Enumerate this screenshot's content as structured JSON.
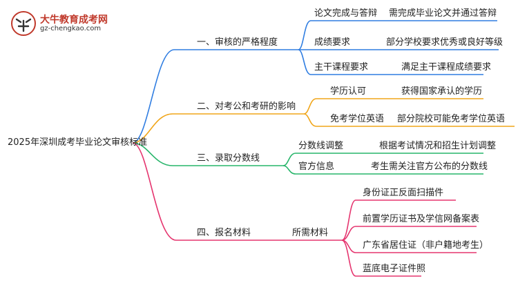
{
  "logo": {
    "name": "大牛教育成考网",
    "site": "gz-chengkao.com"
  },
  "root": "2025年深圳成考毕业论文审核标准",
  "branches": [
    {
      "label": "一、审核的严格程度",
      "color": "#2f7de1",
      "children": [
        {
          "label": "论文完成与答辩",
          "detail": "需完成毕业论文并通过答辩"
        },
        {
          "label": "成绩要求",
          "detail": "部分学校要求优秀或良好等级"
        },
        {
          "label": "主干课程要求",
          "detail": "满足主干课程成绩要求"
        }
      ]
    },
    {
      "label": "二、对考公和考研的影响",
      "color": "#f0a519",
      "children": [
        {
          "label": "学历认可",
          "detail": "获得国家承认的学历"
        },
        {
          "label": "免考学位英语",
          "detail": "部分院校可能免考学位英语"
        }
      ]
    },
    {
      "label": "三、录取分数线",
      "color": "#27b56a",
      "children": [
        {
          "label": "分数线调整",
          "detail": "根据考试情况和招生计划调整"
        },
        {
          "label": "官方信息",
          "detail": "考生需关注官方公布的分数线"
        }
      ]
    },
    {
      "label": "四、报名材料",
      "color": "#e5356f",
      "children": [
        {
          "label": "所需材料",
          "items": [
            "身份证正反面扫描件",
            "前置学历证书及学信网备案表",
            "广东省居住证（非户籍地考生）",
            "蓝底电子证件照"
          ]
        }
      ]
    }
  ]
}
